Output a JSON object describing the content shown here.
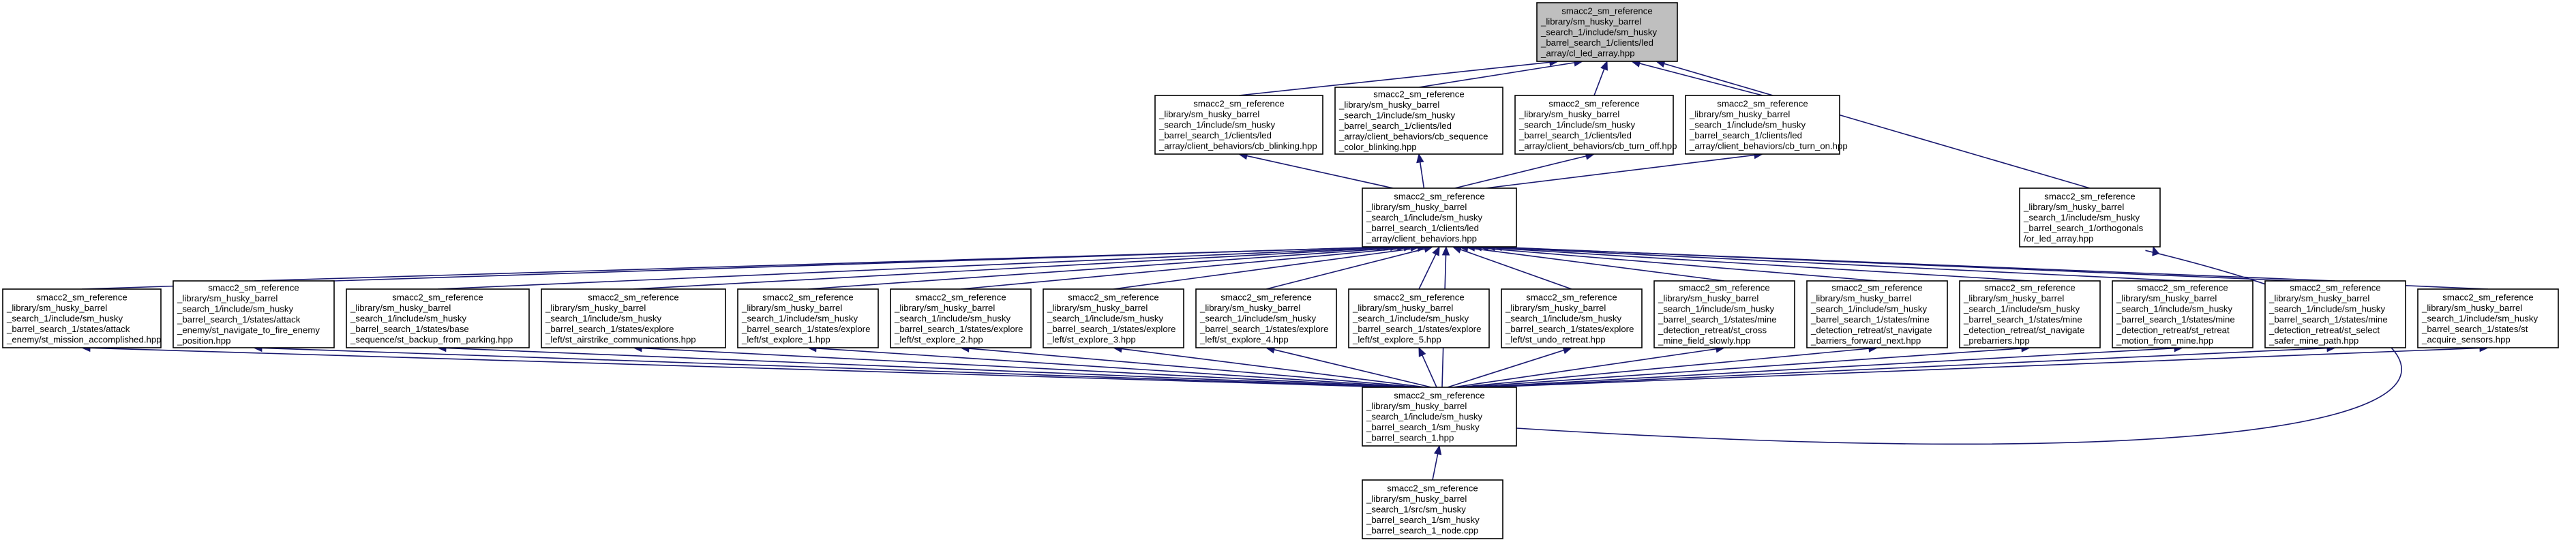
{
  "colors": {
    "edge": "#191970",
    "node_fill": "#ffffff",
    "focus_fill": "#bfbfbf",
    "border": "#000000"
  },
  "nodes": [
    {
      "id": "cl_led_array",
      "focus": true,
      "lines": [
        "smacc2_sm_reference",
        "_library/sm_husky_barrel",
        "_search_1/include/sm_husky",
        "_barrel_search_1/clients/led",
        "_array/cl_led_array.hpp"
      ]
    },
    {
      "id": "cb_blinking",
      "lines": [
        "smacc2_sm_reference",
        "_library/sm_husky_barrel",
        "_search_1/include/sm_husky",
        "_barrel_search_1/clients/led",
        "_array/client_behaviors/cb_blinking.hpp"
      ]
    },
    {
      "id": "cb_sequence_color_blinking",
      "lines": [
        "smacc2_sm_reference",
        "_library/sm_husky_barrel",
        "_search_1/include/sm_husky",
        "_barrel_search_1/clients/led",
        "_array/client_behaviors/cb_sequence",
        "_color_blinking.hpp"
      ]
    },
    {
      "id": "cb_turn_off",
      "lines": [
        "smacc2_sm_reference",
        "_library/sm_husky_barrel",
        "_search_1/include/sm_husky",
        "_barrel_search_1/clients/led",
        "_array/client_behaviors/cb_turn_off.hpp"
      ]
    },
    {
      "id": "cb_turn_on",
      "lines": [
        "smacc2_sm_reference",
        "_library/sm_husky_barrel",
        "_search_1/include/sm_husky",
        "_barrel_search_1/clients/led",
        "_array/client_behaviors/cb_turn_on.hpp"
      ]
    },
    {
      "id": "orthogonal_led_array",
      "lines": [
        "smacc2_sm_reference",
        "_library/sm_husky_barrel",
        "_search_1/include/sm_husky",
        "_barrel_search_1/orthogonals",
        "/or_led_array.hpp"
      ]
    },
    {
      "id": "client_behaviors",
      "lines": [
        "smacc2_sm_reference",
        "_library/sm_husky_barrel",
        "_search_1/include/sm_husky",
        "_barrel_search_1/clients/led",
        "_array/client_behaviors.hpp"
      ]
    },
    {
      "id": "st_mission_accomplished",
      "lines": [
        "smacc2_sm_reference",
        "_library/sm_husky_barrel",
        "_search_1/include/sm_husky",
        "_barrel_search_1/states/attack",
        "_enemy/st_mission_accomplished.hpp"
      ]
    },
    {
      "id": "st_navigate_to_fire_enemy_position",
      "lines": [
        "smacc2_sm_reference",
        "_library/sm_husky_barrel",
        "_search_1/include/sm_husky",
        "_barrel_search_1/states/attack",
        "_enemy/st_navigate_to_fire_enemy",
        "_position.hpp"
      ]
    },
    {
      "id": "st_backup_from_parking",
      "lines": [
        "smacc2_sm_reference",
        "_library/sm_husky_barrel",
        "_search_1/include/sm_husky",
        "_barrel_search_1/states/base",
        "_sequence/st_backup_from_parking.hpp"
      ]
    },
    {
      "id": "st_airstrike_communications",
      "lines": [
        "smacc2_sm_reference",
        "_library/sm_husky_barrel",
        "_search_1/include/sm_husky",
        "_barrel_search_1/states/explore",
        "_left/st_airstrike_communications.hpp"
      ]
    },
    {
      "id": "st_explore_1",
      "lines": [
        "smacc2_sm_reference",
        "_library/sm_husky_barrel",
        "_search_1/include/sm_husky",
        "_barrel_search_1/states/explore",
        "_left/st_explore_1.hpp"
      ]
    },
    {
      "id": "st_explore_2",
      "lines": [
        "smacc2_sm_reference",
        "_library/sm_husky_barrel",
        "_search_1/include/sm_husky",
        "_barrel_search_1/states/explore",
        "_left/st_explore_2.hpp"
      ]
    },
    {
      "id": "st_explore_3",
      "lines": [
        "smacc2_sm_reference",
        "_library/sm_husky_barrel",
        "_search_1/include/sm_husky",
        "_barrel_search_1/states/explore",
        "_left/st_explore_3.hpp"
      ]
    },
    {
      "id": "st_explore_4",
      "lines": [
        "smacc2_sm_reference",
        "_library/sm_husky_barrel",
        "_search_1/include/sm_husky",
        "_barrel_search_1/states/explore",
        "_left/st_explore_4.hpp"
      ]
    },
    {
      "id": "st_explore_5",
      "lines": [
        "smacc2_sm_reference",
        "_library/sm_husky_barrel",
        "_search_1/include/sm_husky",
        "_barrel_search_1/states/explore",
        "_left/st_explore_5.hpp"
      ]
    },
    {
      "id": "st_undo_retreat",
      "lines": [
        "smacc2_sm_reference",
        "_library/sm_husky_barrel",
        "_search_1/include/sm_husky",
        "_barrel_search_1/states/explore",
        "_left/st_undo_retreat.hpp"
      ]
    },
    {
      "id": "st_cross_mine_field_slowly",
      "lines": [
        "smacc2_sm_reference",
        "_library/sm_husky_barrel",
        "_search_1/include/sm_husky",
        "_barrel_search_1/states/mine",
        "_detection_retreat/st_cross",
        "_mine_field_slowly.hpp"
      ]
    },
    {
      "id": "st_navigate_barriers_forward_next",
      "lines": [
        "smacc2_sm_reference",
        "_library/sm_husky_barrel",
        "_search_1/include/sm_husky",
        "_barrel_search_1/states/mine",
        "_detection_retreat/st_navigate",
        "_barriers_forward_next.hpp"
      ]
    },
    {
      "id": "st_navigate_prebarriers",
      "lines": [
        "smacc2_sm_reference",
        "_library/sm_husky_barrel",
        "_search_1/include/sm_husky",
        "_barrel_search_1/states/mine",
        "_detection_retreat/st_navigate",
        "_prebarriers.hpp"
      ]
    },
    {
      "id": "st_retreat_motion_from_mine",
      "lines": [
        "smacc2_sm_reference",
        "_library/sm_husky_barrel",
        "_search_1/include/sm_husky",
        "_barrel_search_1/states/mine",
        "_detection_retreat/st_retreat",
        "_motion_from_mine.hpp"
      ]
    },
    {
      "id": "st_select_safer_mine_path",
      "lines": [
        "smacc2_sm_reference",
        "_library/sm_husky_barrel",
        "_search_1/include/sm_husky",
        "_barrel_search_1/states/mine",
        "_detection_retreat/st_select",
        "_safer_mine_path.hpp"
      ]
    },
    {
      "id": "st_acquire_sensors",
      "lines": [
        "smacc2_sm_reference",
        "_library/sm_husky_barrel",
        "_search_1/include/sm_husky",
        "_barrel_search_1/states/st",
        "_acquire_sensors.hpp"
      ]
    },
    {
      "id": "sm_husky_barrel_search_1",
      "lines": [
        "smacc2_sm_reference",
        "_library/sm_husky_barrel",
        "_search_1/include/sm_husky",
        "_barrel_search_1/sm_husky",
        "_barrel_search_1.hpp"
      ]
    },
    {
      "id": "sm_husky_barrel_search_1_node",
      "lines": [
        "smacc2_sm_reference",
        "_library/sm_husky_barrel",
        "_search_1/src/sm_husky",
        "_barrel_search_1/sm_husky",
        "_barrel_search_1_node.cpp"
      ]
    }
  ],
  "edges": [
    {
      "from": "cb_blinking",
      "to": "cl_led_array"
    },
    {
      "from": "cb_sequence_color_blinking",
      "to": "cl_led_array"
    },
    {
      "from": "cb_turn_off",
      "to": "cl_led_array"
    },
    {
      "from": "cb_turn_on",
      "to": "cl_led_array"
    },
    {
      "from": "orthogonal_led_array",
      "to": "cl_led_array"
    },
    {
      "from": "client_behaviors",
      "to": "cb_blinking"
    },
    {
      "from": "client_behaviors",
      "to": "cb_sequence_color_blinking"
    },
    {
      "from": "client_behaviors",
      "to": "cb_turn_off"
    },
    {
      "from": "client_behaviors",
      "to": "cb_turn_on"
    },
    {
      "from": "st_mission_accomplished",
      "to": "client_behaviors"
    },
    {
      "from": "st_navigate_to_fire_enemy_position",
      "to": "client_behaviors"
    },
    {
      "from": "st_backup_from_parking",
      "to": "client_behaviors"
    },
    {
      "from": "st_airstrike_communications",
      "to": "client_behaviors"
    },
    {
      "from": "st_explore_1",
      "to": "client_behaviors"
    },
    {
      "from": "st_explore_2",
      "to": "client_behaviors"
    },
    {
      "from": "st_explore_3",
      "to": "client_behaviors"
    },
    {
      "from": "st_explore_4",
      "to": "client_behaviors"
    },
    {
      "from": "st_explore_5",
      "to": "client_behaviors"
    },
    {
      "from": "st_undo_retreat",
      "to": "client_behaviors"
    },
    {
      "from": "st_cross_mine_field_slowly",
      "to": "client_behaviors"
    },
    {
      "from": "st_navigate_barriers_forward_next",
      "to": "client_behaviors"
    },
    {
      "from": "st_navigate_prebarriers",
      "to": "client_behaviors"
    },
    {
      "from": "st_retreat_motion_from_mine",
      "to": "client_behaviors"
    },
    {
      "from": "st_select_safer_mine_path",
      "to": "client_behaviors"
    },
    {
      "from": "st_acquire_sensors",
      "to": "client_behaviors"
    },
    {
      "from": "sm_husky_barrel_search_1",
      "to": "client_behaviors"
    },
    {
      "from": "sm_husky_barrel_search_1",
      "to": "st_mission_accomplished"
    },
    {
      "from": "sm_husky_barrel_search_1",
      "to": "st_navigate_to_fire_enemy_position"
    },
    {
      "from": "sm_husky_barrel_search_1",
      "to": "st_backup_from_parking"
    },
    {
      "from": "sm_husky_barrel_search_1",
      "to": "st_airstrike_communications"
    },
    {
      "from": "sm_husky_barrel_search_1",
      "to": "st_explore_1"
    },
    {
      "from": "sm_husky_barrel_search_1",
      "to": "st_explore_2"
    },
    {
      "from": "sm_husky_barrel_search_1",
      "to": "st_explore_3"
    },
    {
      "from": "sm_husky_barrel_search_1",
      "to": "st_explore_4"
    },
    {
      "from": "sm_husky_barrel_search_1",
      "to": "st_explore_5"
    },
    {
      "from": "sm_husky_barrel_search_1",
      "to": "st_undo_retreat"
    },
    {
      "from": "sm_husky_barrel_search_1",
      "to": "st_cross_mine_field_slowly"
    },
    {
      "from": "sm_husky_barrel_search_1",
      "to": "st_navigate_barriers_forward_next"
    },
    {
      "from": "sm_husky_barrel_search_1",
      "to": "st_navigate_prebarriers"
    },
    {
      "from": "sm_husky_barrel_search_1",
      "to": "st_retreat_motion_from_mine"
    },
    {
      "from": "sm_husky_barrel_search_1",
      "to": "st_select_safer_mine_path"
    },
    {
      "from": "sm_husky_barrel_search_1",
      "to": "st_acquire_sensors"
    },
    {
      "from": "sm_husky_barrel_search_1",
      "to": "orthogonal_led_array"
    },
    {
      "from": "sm_husky_barrel_search_1_node",
      "to": "sm_husky_barrel_search_1"
    }
  ]
}
